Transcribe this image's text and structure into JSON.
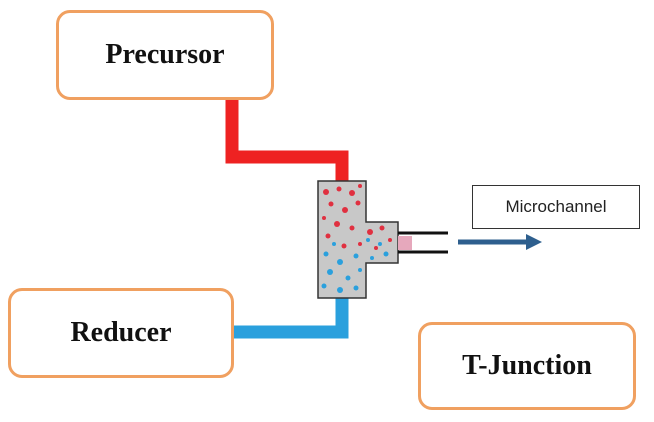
{
  "labels": {
    "precursor": "Precursor",
    "reducer": "Reducer",
    "t_junction": "T-Junction",
    "microchannel": "Microchannel"
  },
  "colors": {
    "box_border": "#f0a060",
    "precursor_line": "#ee2222",
    "reducer_line": "#2aa0dd",
    "flow_arrow": "#2e5f8e",
    "junction_fill": "#c8c8c8"
  }
}
